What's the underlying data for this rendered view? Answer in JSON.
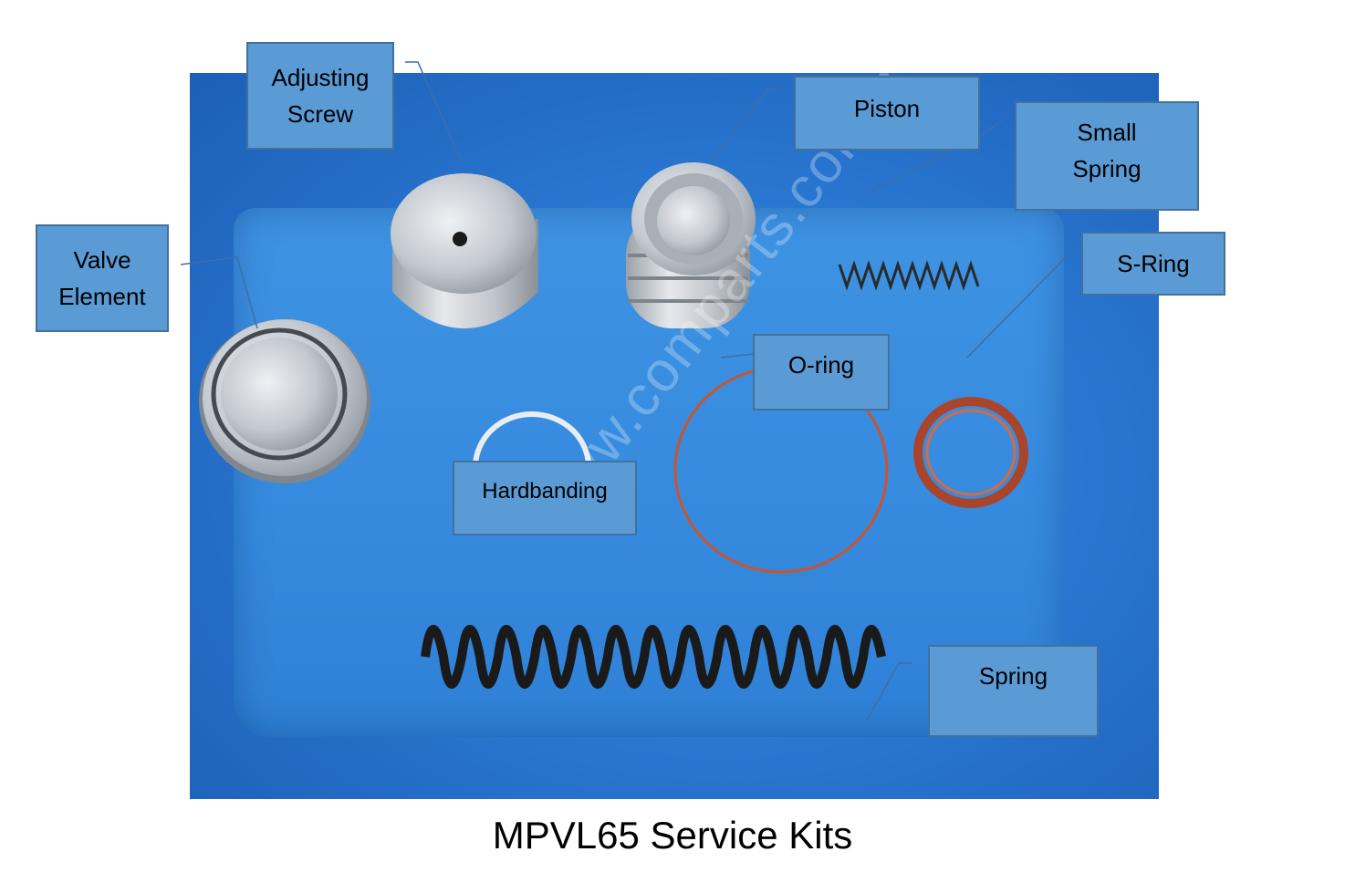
{
  "labels": {
    "adjusting_screw": "Adjusting\nScrew",
    "piston": "Piston",
    "small_spring": "Small\nSpring",
    "valve_element": "Valve\nElement",
    "s_ring": "S-Ring",
    "o_ring": "O-ring",
    "hardbanding": "Hardbanding",
    "spring": "Spring"
  },
  "watermark": "www.comparts.com.tr",
  "caption": "MPVL65 Service Kits",
  "colors": {
    "label_fill": "#5b9bd5",
    "label_border": "#41719c",
    "tray_blue": "#2a78d2",
    "o_ring": "#c8552e",
    "spring": "#1a1a1a",
    "metal": "#c9ced4"
  }
}
